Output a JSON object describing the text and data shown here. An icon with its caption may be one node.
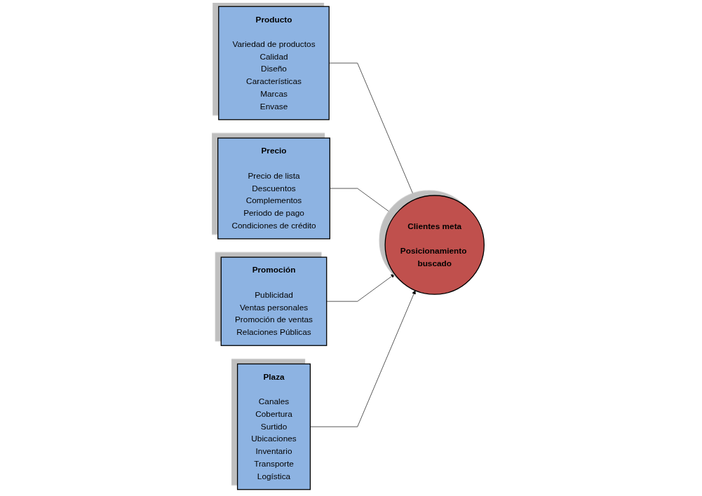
{
  "diagram": {
    "nodes": [
      {
        "text": [
          "Producto",
          "Variedad de productos",
          "Calidad",
          "Diseño",
          "Características",
          "Marcas",
          "Envase"
        ]
      },
      {
        "text": [
          "Precio",
          "Precio de lista",
          "Descuentos",
          "Complementos",
          "Periodo de pago",
          "Condiciones de crédito"
        ]
      },
      {
        "text": [
          "Clientes meta",
          "Posicionamiento buscado"
        ]
      },
      {
        "text": [
          "Promoción",
          "Publicidad",
          "Ventas personales",
          "Promoción de ventas",
          "Relaciones Públicas"
        ]
      },
      {
        "text": [
          "Plaza",
          "Canales",
          "Cobertura",
          "Surtido",
          "Ubicaciones",
          "Inventario",
          "Transporte",
          "Logística"
        ]
      }
    ],
    "edges": [
      {
        "from": 0,
        "to": 2,
        "arrow": "to"
      },
      {
        "from": 1,
        "to": 2,
        "arrow": "to"
      },
      {
        "from": 3,
        "to": 2,
        "arrow": "to"
      },
      {
        "from": 4,
        "to": 2,
        "arrow": "to"
      }
    ]
  }
}
